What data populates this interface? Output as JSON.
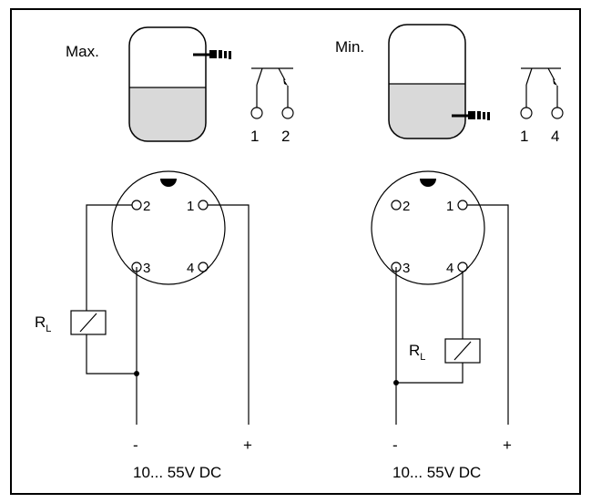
{
  "panels": [
    {
      "id": "max",
      "mode_label": "Max.",
      "contact_numbers": [
        "1",
        "2"
      ],
      "pins": [
        "2",
        "1",
        "3",
        "4"
      ],
      "load_label": "R",
      "load_subscript": "L",
      "supply_minus": "-",
      "supply_plus": "+",
      "supply_label": "10... 55V DC"
    },
    {
      "id": "min",
      "mode_label": "Min.",
      "contact_numbers": [
        "1",
        "4"
      ],
      "pins": [
        "2",
        "1",
        "3",
        "4"
      ],
      "load_label": "R",
      "load_subscript": "L",
      "supply_minus": "-",
      "supply_plus": "+",
      "supply_label": "10... 55V DC"
    }
  ],
  "colors": {
    "line": "#000000",
    "liquid": "#d9d9d9",
    "frame": "#000000",
    "background": "#ffffff"
  }
}
